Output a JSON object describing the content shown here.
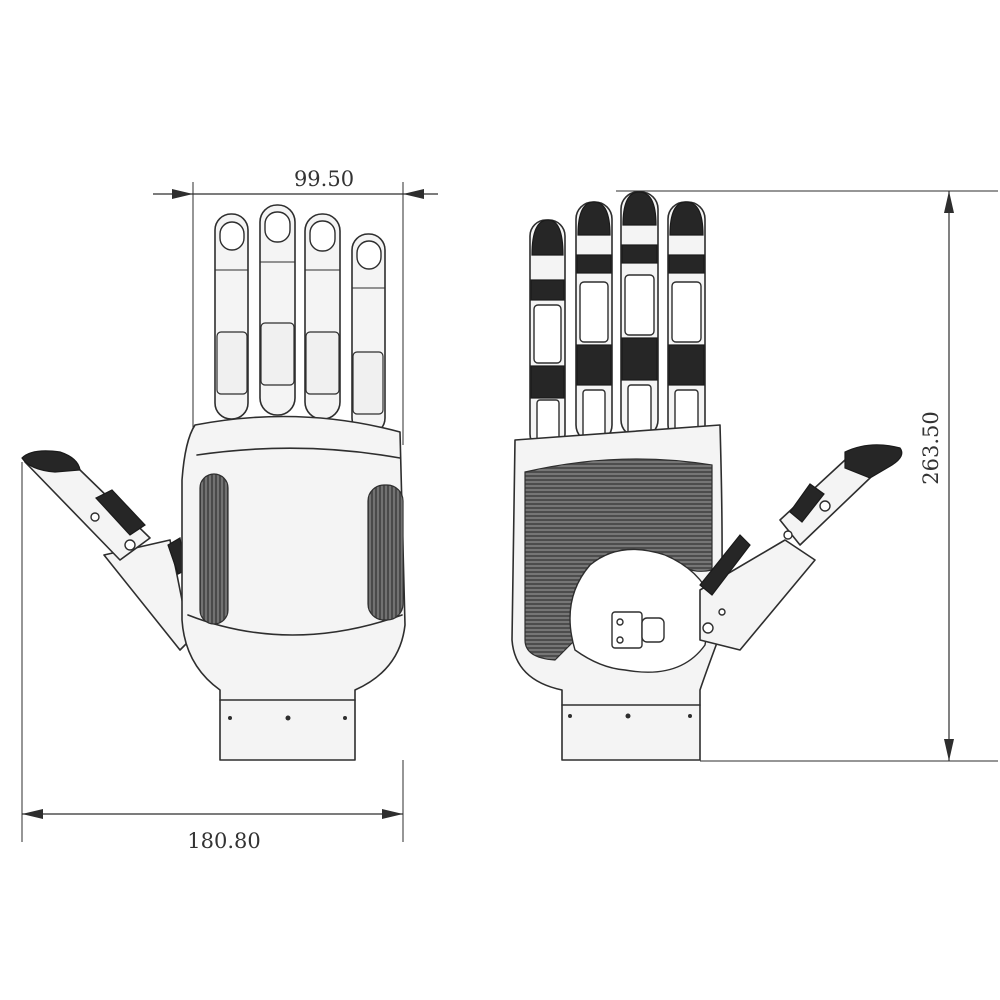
{
  "dimensions": {
    "palm_width": "99.50",
    "overall_width": "180.80",
    "overall_height": "263.50"
  },
  "views": [
    "hand-back-view",
    "hand-palm-view"
  ],
  "colors": {
    "line": "#2e2e2e",
    "dark_pad": "#262626",
    "shell": "#f4f4f4"
  }
}
